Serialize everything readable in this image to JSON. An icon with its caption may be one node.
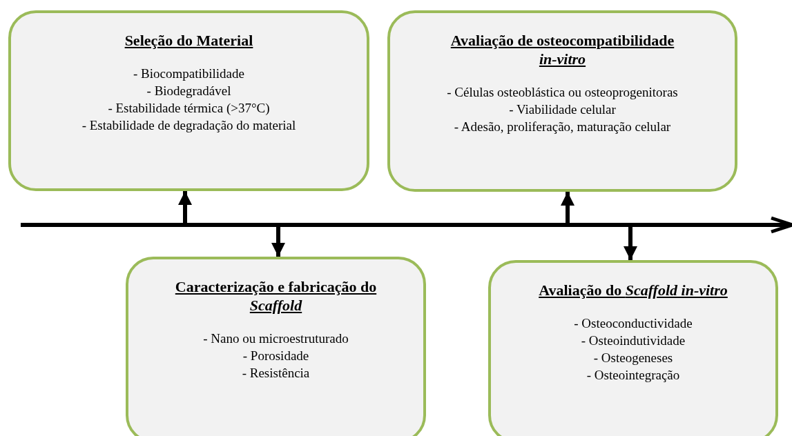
{
  "diagram": {
    "nodes": [
      {
        "text": [
          "Seleção do Material",
          "- Biocompatibilidade",
          "- Biodegradável",
          "- Estabilidade térmica (>37°C)",
          "- Estabilidade de degradação do material"
        ]
      },
      {
        "text": [
          "Avaliação de osteocompatibilidade *in-vitro*",
          "- Células osteoblástica ou osteoprogenitoras",
          "- Viabilidade celular",
          "- Adesão, proliferação, maturação celular"
        ]
      },
      {
        "text": [
          "Caracterização e fabricação do *Scaffold*",
          "- Nano ou microestruturado",
          "- Porosidade",
          "- Resistência"
        ]
      },
      {
        "text": [
          "Avaliação do *Scaffold in-vitro*",
          "- Osteoconductividade",
          "- Osteoindutividade",
          "- Osteogeneses",
          "- Osteointegração"
        ]
      }
    ],
    "edges": [
      {
        "from": null,
        "to": 0,
        "arrow": "to"
      },
      {
        "from": null,
        "to": 2,
        "arrow": "to"
      },
      {
        "from": null,
        "to": 1,
        "arrow": "to"
      },
      {
        "from": null,
        "to": 3,
        "arrow": "to"
      }
    ]
  }
}
